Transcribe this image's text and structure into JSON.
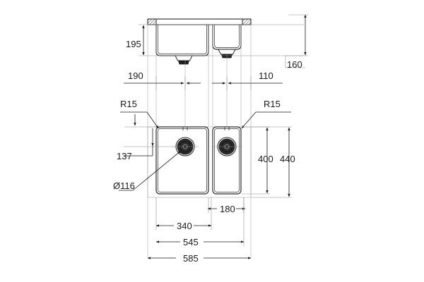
{
  "drawing": {
    "title": "Double bowl sink dimensional drawing",
    "type": "technical-drawing",
    "units": "mm",
    "line_color": "#2b2b2b",
    "dimension_color": "#1a1a1a",
    "background": "#ffffff",
    "views": {
      "elevation": {
        "name": "front-section-view"
      },
      "plan": {
        "name": "top-plan-view"
      }
    }
  },
  "dimensions": {
    "depth_main_bowl": "195",
    "depth_small_bowl": "160",
    "left_offset_to_drain1": "190",
    "right_offset_to_drain2": "110",
    "radius_left": "R15",
    "radius_right": "R15",
    "drain_from_rear": "137",
    "drain_diameter": "Ø116",
    "inner_height": "400",
    "outer_height": "440",
    "small_bowl_width": "180",
    "large_bowl_width": "340",
    "inner_total_width": "545",
    "outer_total_width": "585"
  },
  "labels": {
    "d195": "195",
    "d160": "160",
    "d190": "190",
    "d110": "110",
    "r15_left": "R15",
    "r15_right": "R15",
    "d137": "137",
    "d116": "Ø116",
    "d400": "400",
    "d440": "440",
    "d180": "180",
    "d340": "340",
    "d545": "545",
    "d585": "585"
  }
}
